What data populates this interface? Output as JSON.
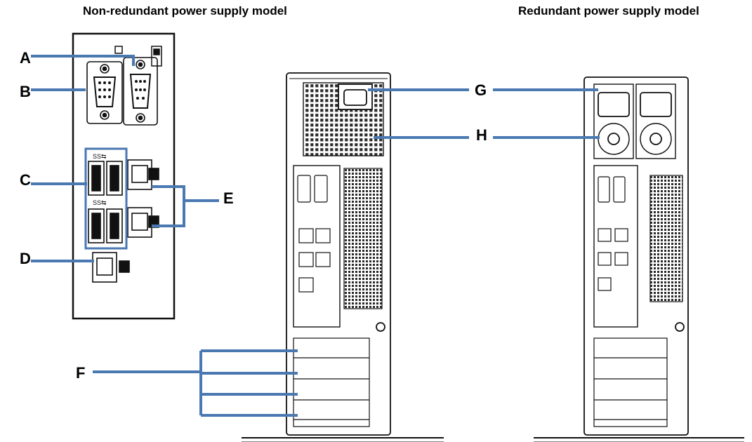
{
  "titles": {
    "non_redundant": "Non-redundant power supply model",
    "redundant": "Redundant power supply model"
  },
  "callouts": {
    "A": "A",
    "B": "B",
    "C": "C",
    "D": "D",
    "E": "E",
    "F": "F",
    "G": "G",
    "H": "H"
  },
  "colors": {
    "leader": "#4a79b2",
    "line": "#1a1a1a"
  }
}
